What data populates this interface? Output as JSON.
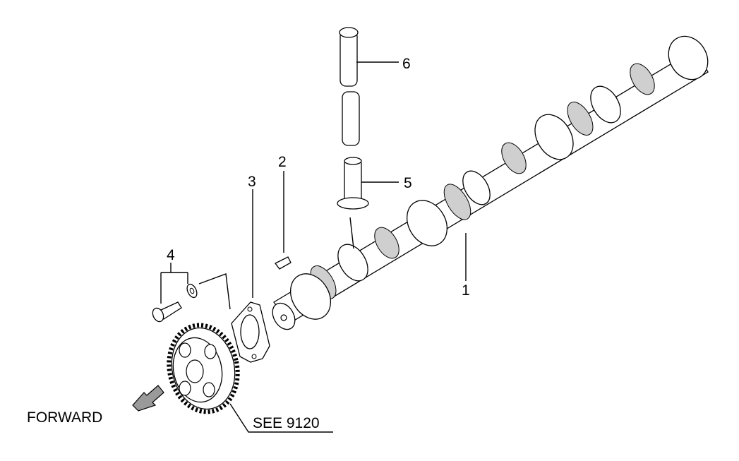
{
  "callouts": {
    "c1": "1",
    "c2": "2",
    "c3": "3",
    "c4": "4",
    "c5": "5",
    "c6": "6"
  },
  "reference": "SEE 9120",
  "direction_label": "FORWARD"
}
